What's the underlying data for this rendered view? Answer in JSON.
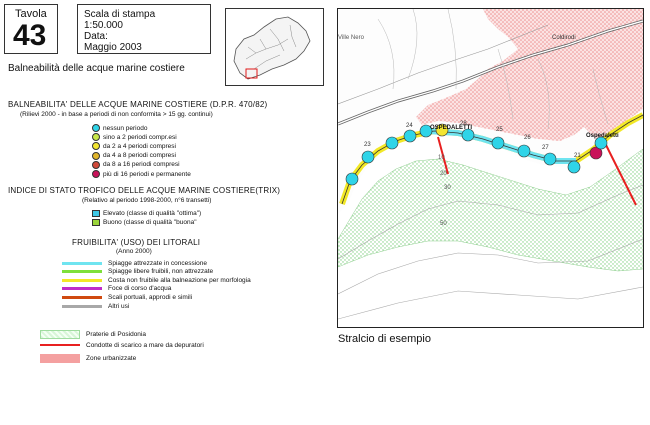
{
  "header": {
    "tavola_label": "Tavola",
    "tavola_number": "43",
    "scale_label": "Scala di stampa",
    "scale_value": "1:50.000",
    "date_label": "Data:",
    "date_value": "Maggio 2003",
    "subtitle": "Balneabilità delle acque marine costiere"
  },
  "balneabilita": {
    "title": "BALNEABILITA' DELLE ACQUE MARINE COSTIERE (D.P.R. 470/82)",
    "subtitle": "(Rilievi 2000 - in base a periodi di non conformita > 15 gg. continui)",
    "items": [
      {
        "label": "nessun periodo",
        "color": "#2fd4e8"
      },
      {
        "label": "sino a 2 periodi compr.esi",
        "color": "#c8e84a"
      },
      {
        "label": "da 2 a 4 periodi compresi",
        "color": "#f2e531"
      },
      {
        "label": "da 4 a 8 periodi compresi",
        "color": "#e0b52a"
      },
      {
        "label": "da 8 a 16 periodi compresi",
        "color": "#d0493a"
      },
      {
        "label": "più di 16 periodi e permanente",
        "color": "#c8125a"
      }
    ]
  },
  "trix": {
    "title": "INDICE DI STATO TROFICO DELLE ACQUE MARINE COSTIERE(TRIX)",
    "subtitle": "(Relativo al periodo 1998-2000, n°6 transetti)",
    "items": [
      {
        "label": "Elevato (classe di qualità \"ottima\")",
        "color": "#3ec8e6"
      },
      {
        "label": "Buono (classe di qualità \"buona\"",
        "color": "#9ad43a"
      }
    ]
  },
  "fruibilita": {
    "title": "FRUIBILITA' (USO) DEI LITORALI",
    "subtitle": "(Anno 2000)",
    "items": [
      {
        "label": "Spiagge attrezzate in concessione",
        "color": "#6fe4f0"
      },
      {
        "label": "Spiagge libere fruibili, non attrezzate",
        "color": "#7fe03a"
      },
      {
        "label": "Costa non fruibile alla balneazione per morfologia",
        "color": "#f2e827"
      },
      {
        "label": "Foce di corso d'acqua",
        "color": "#c02cc8"
      },
      {
        "label": "Scali portuali, approdi e simili",
        "color": "#d04a10"
      },
      {
        "label": "Altri usi",
        "color": "#a8a8a8"
      }
    ]
  },
  "other_legend": {
    "items": [
      {
        "label": "Praterie di Posidonia",
        "type": "posidonia"
      },
      {
        "label": "Condotte di scarico a mare da depuratori",
        "type": "condotte",
        "color": "#e82020"
      },
      {
        "label": "Zone urbanizzate",
        "type": "urban",
        "color": "#f4a0a0"
      }
    ]
  },
  "map": {
    "caption": "Stralcio di esempio",
    "place_labels": [
      "Coldirodi",
      "OSPEDALETTI",
      "Ospedaletti",
      "Ville Nero"
    ],
    "depth_labels": [
      "10",
      "20",
      "30",
      "50"
    ],
    "station_numbers": [
      "23",
      "24",
      "28",
      "25",
      "26",
      "27",
      "21"
    ]
  }
}
